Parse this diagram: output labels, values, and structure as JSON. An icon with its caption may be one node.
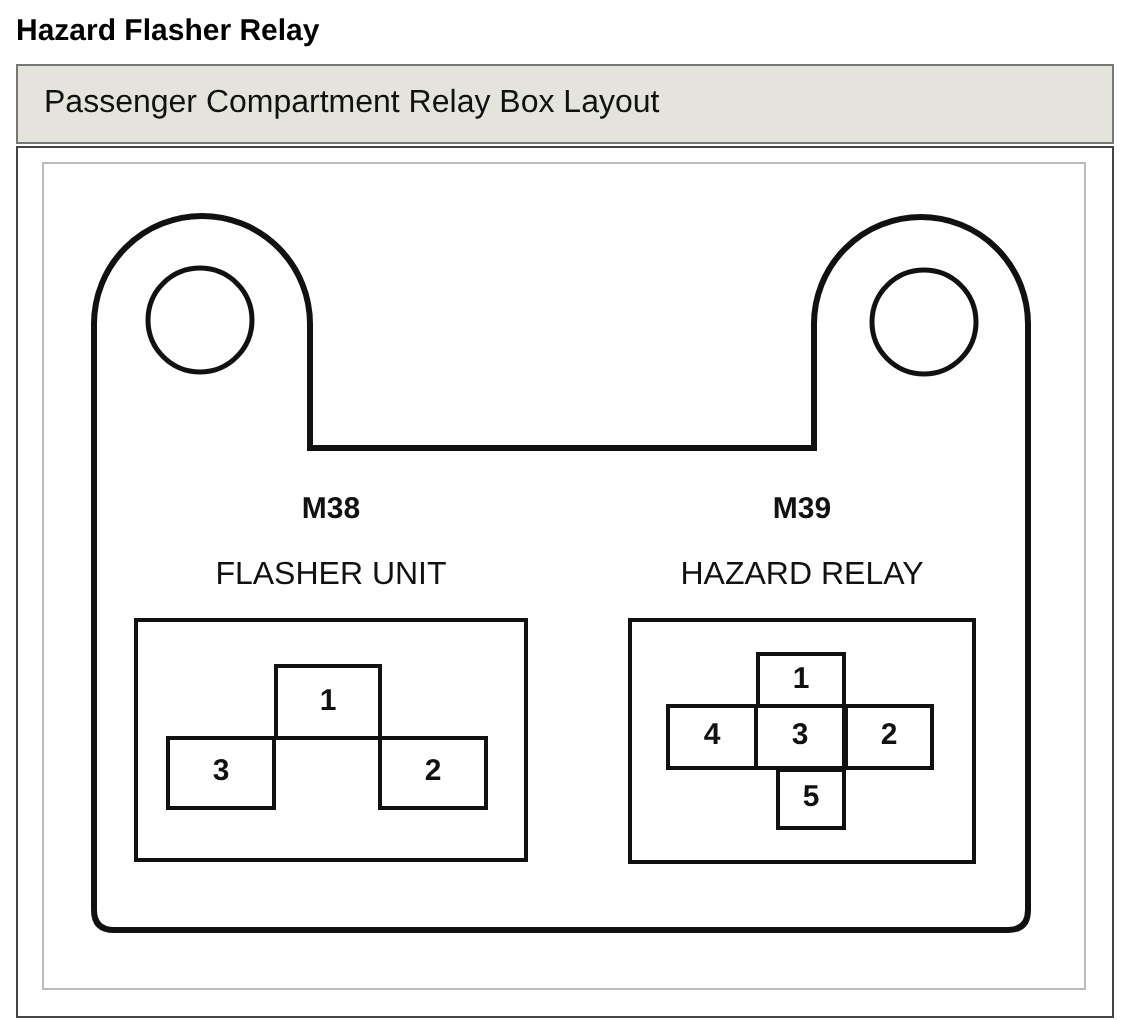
{
  "diagram": {
    "title": "Hazard Flasher Relay",
    "nodes": [
      {
        "text": [
          "Passenger Compartment Relay Box Layout"
        ]
      },
      {
        "text": [],
        "shape": "box"
      },
      {
        "text": [
          "M38",
          "FLASHER UNIT"
        ],
        "in": 1
      },
      {
        "text": [
          "1"
        ],
        "in": 2
      },
      {
        "text": [
          "3"
        ],
        "in": 2
      },
      {
        "text": [
          "2"
        ],
        "in": 2
      },
      {
        "text": [
          "M39",
          "HAZARD RELAY"
        ],
        "in": 1
      },
      {
        "text": [
          "1"
        ],
        "in": 6
      },
      {
        "text": [
          "4"
        ],
        "in": 6
      },
      {
        "text": [
          "3"
        ],
        "in": 6
      },
      {
        "text": [
          "2"
        ],
        "in": 6
      },
      {
        "text": [
          "5"
        ],
        "in": 6
      }
    ]
  }
}
